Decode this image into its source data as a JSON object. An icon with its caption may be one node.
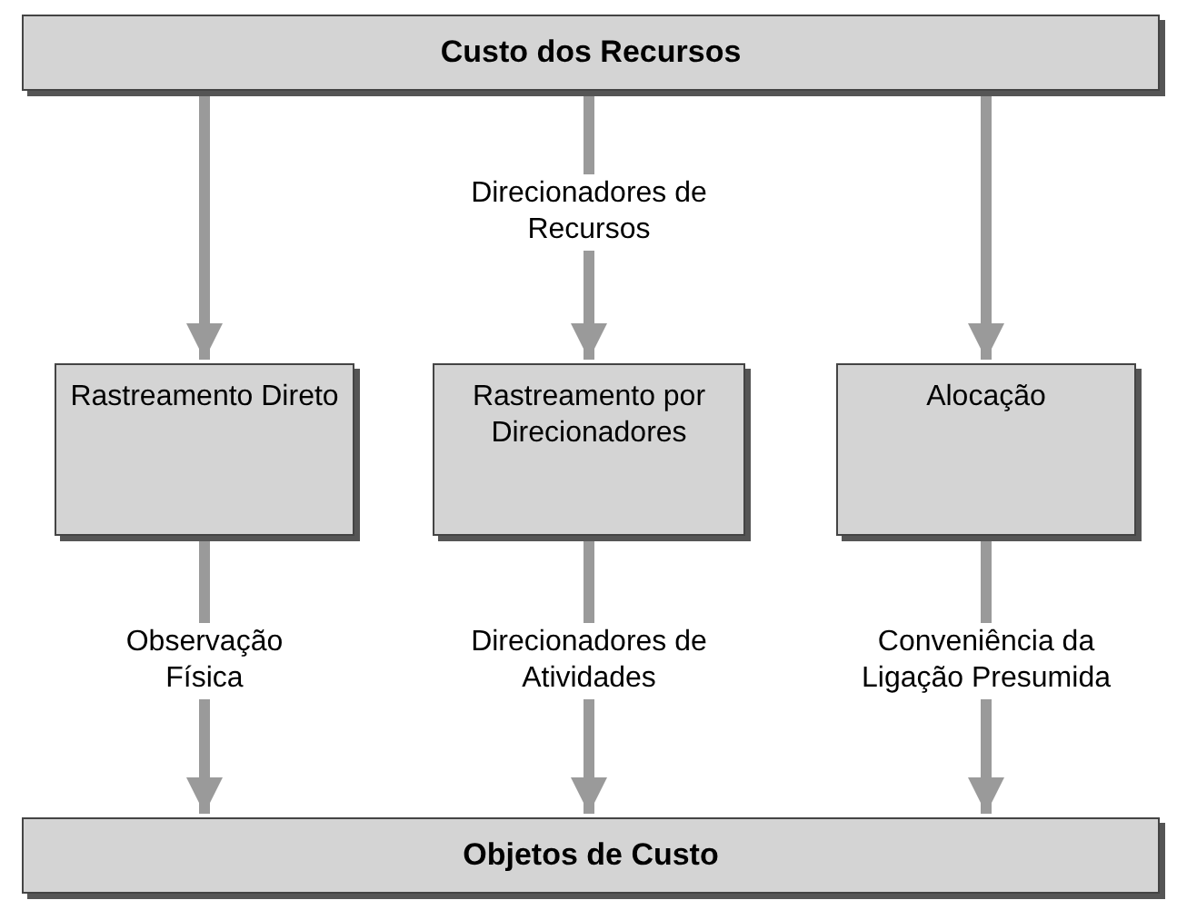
{
  "diagram": {
    "nodes": [
      {
        "text": [
          "Custo dos Recursos"
        ]
      },
      {
        "text": [
          "Rastreamento Direto"
        ]
      },
      {
        "text": [
          "Rastreamento por Direcionadores"
        ]
      },
      {
        "text": [
          "Alocação"
        ]
      },
      {
        "text": [
          "Objetos de Custo"
        ]
      }
    ],
    "edges": [
      {
        "from": 0,
        "to": 1,
        "arrow": "to"
      },
      {
        "from": 0,
        "to": 2,
        "arrow": "to",
        "label": "Direcionadores de Recursos"
      },
      {
        "from": 0,
        "to": 3,
        "arrow": "to"
      },
      {
        "from": 1,
        "to": 4,
        "arrow": "to",
        "label": "Observação Física"
      },
      {
        "from": 2,
        "to": 4,
        "arrow": "to",
        "label": "Direcionadores de Atividades"
      },
      {
        "from": 3,
        "to": 4,
        "arrow": "to",
        "label": "Conveniência da Ligação Presumida"
      }
    ]
  }
}
